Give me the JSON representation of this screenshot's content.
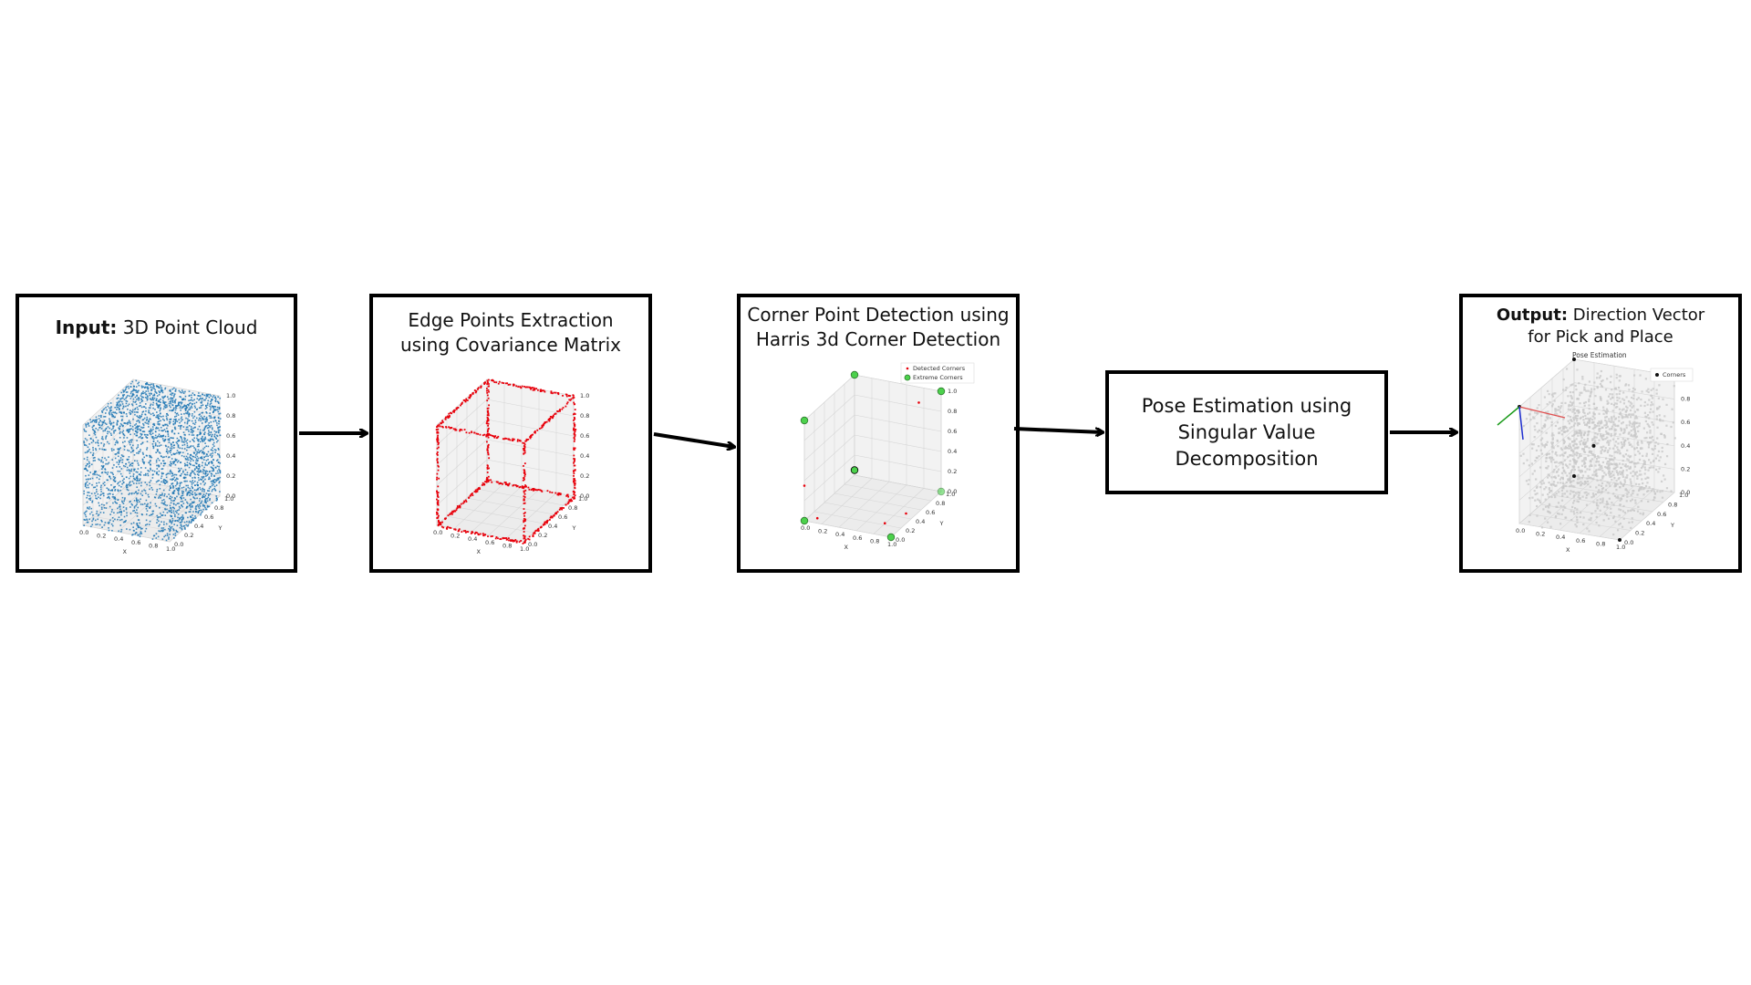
{
  "stages": [
    {
      "bold": "Input:",
      "text": " 3D Point Cloud"
    },
    {
      "line1": "Edge Points Extraction",
      "line2": "using Covariance Matrix"
    },
    {
      "line1": "Corner Point Detection using",
      "line2": "Harris 3d Corner Detection",
      "legend": [
        "Detected Corners",
        "Extreme Corners"
      ]
    },
    {
      "line1": "Pose Estimation using",
      "line2": "Singular Value",
      "line3": "Decomposition"
    },
    {
      "bold": "Output:",
      "text": " Direction Vector",
      "line2": "for Pick and Place",
      "plot_title": "Pose Estimation",
      "legend": [
        "Corners"
      ]
    }
  ],
  "axes": {
    "x_ticks": [
      "0.0",
      "0.2",
      "0.4",
      "0.6",
      "0.8",
      "1.0"
    ],
    "y_ticks": [
      "0.0",
      "0.2",
      "0.4",
      "0.6",
      "0.8",
      "1.0"
    ],
    "z_ticks": [
      "0.0",
      "0.2",
      "0.4",
      "0.6",
      "0.8",
      "1.0"
    ],
    "x_label": "X",
    "y_label": "Y"
  },
  "colors": {
    "point_cloud": "#1f77b4",
    "edge_points": "#e8000b",
    "detected_corner": "#e8000b",
    "extreme_corner": "#4cd14c",
    "output_cloud": "#c8c8c8",
    "axis_x": "#e05050",
    "axis_y": "#1a9a1a",
    "axis_z": "#2030d0"
  }
}
